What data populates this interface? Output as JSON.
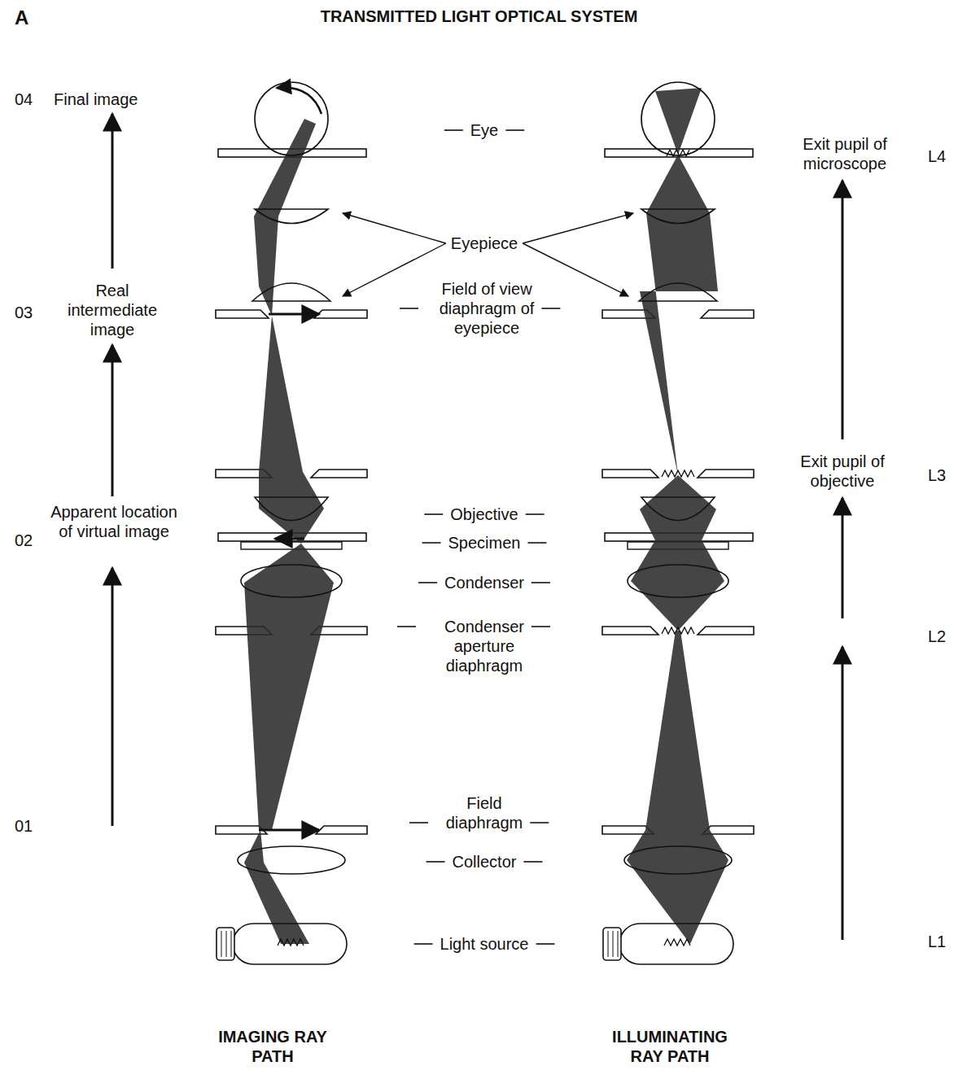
{
  "diagram": {
    "title": "TRANSMITTED LIGHT OPTICAL SYSTEM",
    "labels": [
      "A",
      "04",
      "Final image",
      "03",
      "Real intermediate image",
      "02",
      "Apparent location of virtual image",
      "01",
      "Eye",
      "Eyepiece",
      "Field of view diaphragm of eyepiece",
      "Objective",
      "Specimen",
      "Condenser",
      "Condenser aperture diaphragm",
      "Field diaphragm",
      "Collector",
      "Light source",
      "IMAGING RAY PATH",
      "ILLUMINATING RAY PATH",
      "Exit pupil of microscope",
      "L4",
      "Exit pupil of objective",
      "L3",
      "L2",
      "L1"
    ]
  }
}
